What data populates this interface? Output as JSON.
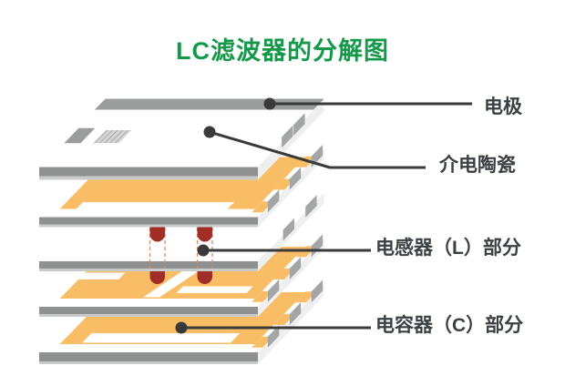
{
  "title": {
    "text": "LC滤波器的分解图"
  },
  "callouts": [
    {
      "label": "电极"
    },
    {
      "label": "介电陶瓷"
    },
    {
      "label": "电感器（L）部分"
    },
    {
      "label": "电容器（C）部分"
    }
  ],
  "colors": {
    "background": "#FFFFFF",
    "title_green": "#16984B",
    "label_text": "#3B4043",
    "leader_line": "#3A3A3A",
    "plate_white": "#FFFFFF",
    "plate_edge_gray": "#8F9191",
    "plate_edge_light": "#C9CBCB",
    "electrode_gray": "#9B9D9D",
    "terminal_mark_gray": "#A4A6A6",
    "end_face": "#EFEFEF",
    "pattern_orange": "#F9BD66",
    "via_red": "#A12E26",
    "via_guide_dash": "#C9906B"
  }
}
